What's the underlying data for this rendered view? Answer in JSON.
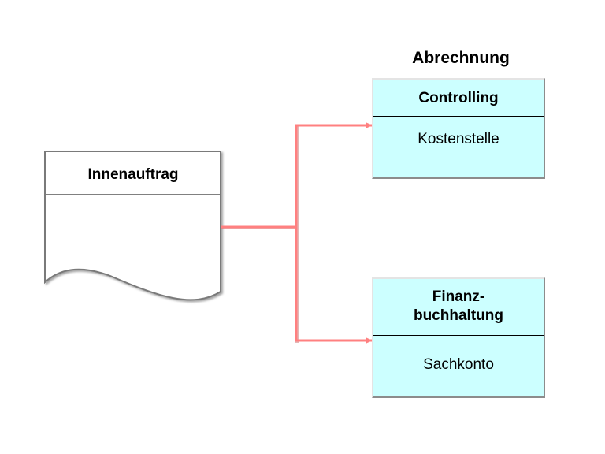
{
  "diagram": {
    "title": "Abrechnung",
    "source": {
      "label": "Innenauftrag",
      "shape": "document"
    },
    "targets": [
      {
        "header": "Controlling",
        "body": "Kostenstelle"
      },
      {
        "header": "Finanz-\nbuchhaltung",
        "body": "Sachkonto"
      }
    ],
    "colors": {
      "connector": "#ff8080",
      "box_fill": "#ccffff",
      "document_fill": "#ffffff"
    }
  }
}
